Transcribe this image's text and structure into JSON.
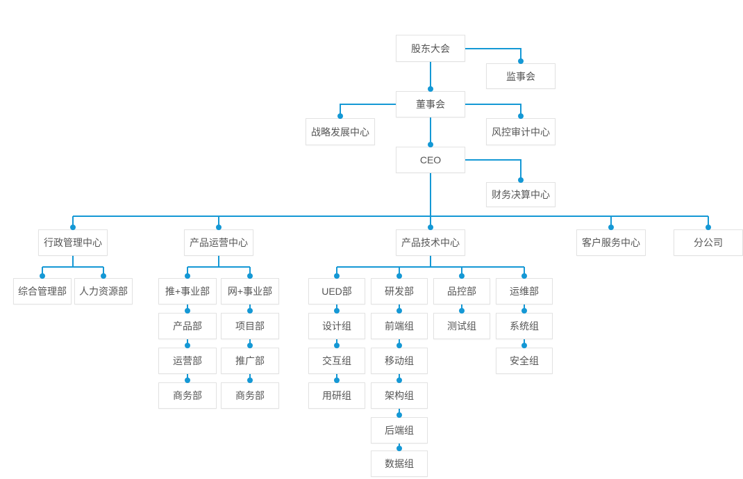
{
  "org_chart": {
    "colors": {
      "line": "#1498d5",
      "node_border": "#e2e2e2",
      "node_bg": "#ffffff",
      "node_text": "#555555",
      "page_bg": "#ffffff"
    },
    "nodes": {
      "shareholders": {
        "label": "股东大会"
      },
      "supervisory_board": {
        "label": "监事会"
      },
      "board_of_directors": {
        "label": "董事会"
      },
      "strategy_center": {
        "label": "战略发展中心"
      },
      "risk_audit_center": {
        "label": "风控审计中心"
      },
      "ceo": {
        "label": "CEO"
      },
      "finance_center": {
        "label": "财务决算中心"
      },
      "admin_center": {
        "label": "行政管理中心"
      },
      "product_ops_center": {
        "label": "产品运营中心"
      },
      "product_tech_center": {
        "label": "产品技术中心"
      },
      "customer_service_center": {
        "label": "客户服务中心"
      },
      "branch_company": {
        "label": "分公司"
      },
      "general_mgmt_dept": {
        "label": "综合管理部"
      },
      "hr_dept": {
        "label": "人力资源部"
      },
      "tui_business_division": {
        "label": "推+事业部"
      },
      "wang_business_division": {
        "label": "网+事业部"
      },
      "ued_dept": {
        "label": "UED部"
      },
      "rd_dept": {
        "label": "研发部"
      },
      "qc_dept": {
        "label": "品控部"
      },
      "ops_dept": {
        "label": "运维部"
      },
      "product_dept": {
        "label": "产品部"
      },
      "operations_dept": {
        "label": "运营部"
      },
      "business_dept_tui": {
        "label": "商务部"
      },
      "project_dept": {
        "label": "项目部"
      },
      "promotion_dept": {
        "label": "推广部"
      },
      "business_dept_wang": {
        "label": "商务部"
      },
      "design_group": {
        "label": "设计组"
      },
      "interaction_group": {
        "label": "交互组"
      },
      "user_research_group": {
        "label": "用研组"
      },
      "frontend_group": {
        "label": "前端组"
      },
      "mobile_group": {
        "label": "移动组"
      },
      "architecture_group": {
        "label": "架构组"
      },
      "backend_group": {
        "label": "后端组"
      },
      "data_group": {
        "label": "数据组"
      },
      "testing_group": {
        "label": "测试组"
      },
      "system_group": {
        "label": "系统组"
      },
      "security_group": {
        "label": "安全组"
      }
    },
    "structure": [
      {
        "parent": "股东大会",
        "children": [
          "监事会",
          "董事会"
        ]
      },
      {
        "parent": "董事会",
        "children": [
          "战略发展中心",
          "风控审计中心",
          "CEO"
        ]
      },
      {
        "parent": "CEO",
        "children": [
          "财务决算中心",
          "行政管理中心",
          "产品运营中心",
          "产品技术中心",
          "客户服务中心",
          "分公司"
        ]
      },
      {
        "parent": "行政管理中心",
        "children": [
          "综合管理部",
          "人力资源部"
        ]
      },
      {
        "parent": "产品运营中心",
        "children": [
          "推+事业部",
          "网+事业部"
        ]
      },
      {
        "parent": "推+事业部",
        "stack": [
          "产品部",
          "运营部",
          "商务部"
        ]
      },
      {
        "parent": "网+事业部",
        "stack": [
          "项目部",
          "推广部",
          "商务部"
        ]
      },
      {
        "parent": "产品技术中心",
        "children": [
          "UED部",
          "研发部",
          "品控部",
          "运维部"
        ]
      },
      {
        "parent": "UED部",
        "stack": [
          "设计组",
          "交互组",
          "用研组"
        ]
      },
      {
        "parent": "研发部",
        "stack": [
          "前端组",
          "移动组",
          "架构组",
          "后端组",
          "数据组"
        ]
      },
      {
        "parent": "品控部",
        "stack": [
          "测试组"
        ]
      },
      {
        "parent": "运维部",
        "stack": [
          "系统组",
          "安全组"
        ]
      }
    ]
  }
}
